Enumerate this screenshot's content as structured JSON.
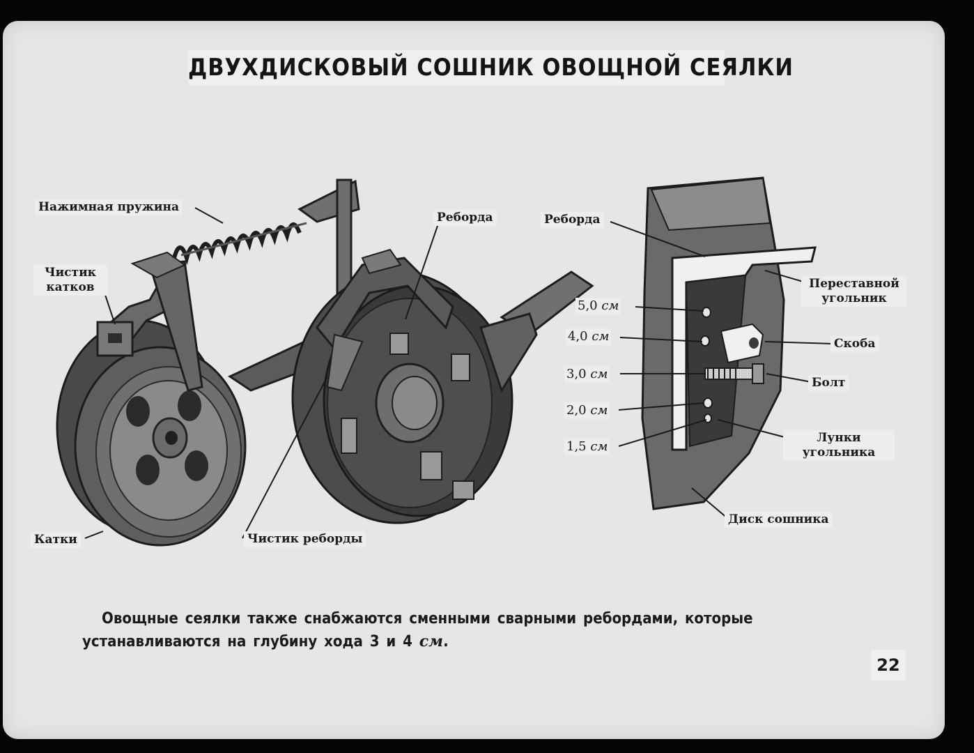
{
  "title": "ДВУХДИСКОВЫЙ СОШНИК ОВОЩНОЙ СЕЯЛКИ",
  "labels": {
    "pressure_spring": "Нажимная пружина",
    "roller_cleaner_l1": "Чистик",
    "roller_cleaner_l2": "катков",
    "flange_left": "Реборда",
    "flange_right": "Реборда",
    "rollers": "Катки",
    "flange_cleaner": "Чистик реборды",
    "adjustable_angle_l1": "Переставной",
    "adjustable_angle_l2": "угольник",
    "bracket": "Скоба",
    "bolt": "Болт",
    "angle_holes_l1": "Лунки",
    "angle_holes_l2": "угольника",
    "coulter_disc": "Диск сошника"
  },
  "depths": [
    {
      "value": "5,0",
      "unit": "см"
    },
    {
      "value": "4,0",
      "unit": "см"
    },
    {
      "value": "3,0",
      "unit": "см"
    },
    {
      "value": "2,0",
      "unit": "см"
    },
    {
      "value": "1,5",
      "unit": "см"
    }
  ],
  "caption": {
    "line1": "Овощные сеялки также снабжаются сменными сварными ребордами, которые",
    "line2_text": "устанавливаются на глубину хода 3 и 4 ",
    "line2_unit": "см",
    "line2_end": "."
  },
  "page_number": "22",
  "colors": {
    "background": "#050505",
    "slide": "#e6e6e6",
    "ink": "#1a1a1a"
  }
}
